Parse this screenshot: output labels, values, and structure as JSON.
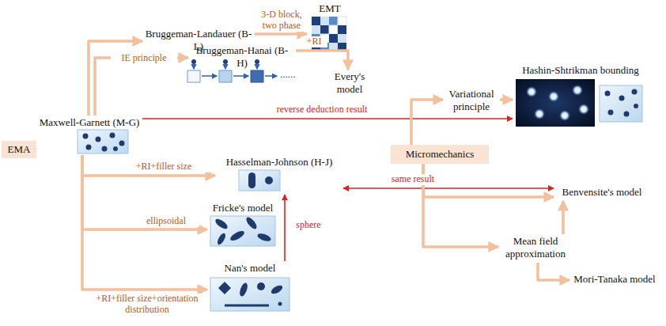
{
  "diagram": {
    "nodes": [
      {
        "text": [
          "EMA"
        ]
      },
      {
        "text": [
          "Maxwell-Garnett (M-G)"
        ]
      },
      {
        "text": [
          "Bruggeman-Landauer (B-L)"
        ]
      },
      {
        "text": [
          "EMT"
        ]
      },
      {
        "text": [
          "Bruggeman-Hanai (B-H)"
        ]
      },
      {
        "text": [
          "Every's model"
        ]
      },
      {
        "text": [
          "Hasselman-Johnson (H-J)"
        ]
      },
      {
        "text": [
          "Fricke's model"
        ]
      },
      {
        "text": [
          "Nan's model"
        ]
      },
      {
        "text": [
          "Micromechanics"
        ]
      },
      {
        "text": [
          "Variational principle"
        ]
      },
      {
        "text": [
          "Hashin-Shtrikman bounding"
        ]
      },
      {
        "text": [
          "Benvensite's model"
        ]
      },
      {
        "text": [
          "Mean field approximation"
        ]
      },
      {
        "text": [
          "Mori-Tanaka model"
        ]
      }
    ],
    "edges": [
      {
        "from": 0,
        "to": 1,
        "arrow": "to"
      },
      {
        "from": 1,
        "to": 2,
        "arrow": "to"
      },
      {
        "from": 2,
        "to": 3,
        "arrow": "to",
        "label": "3-D block, two phase"
      },
      {
        "from": 1,
        "to": 4,
        "arrow": "to",
        "label": "IE principle"
      },
      {
        "from": 4,
        "to": 5,
        "arrow": "to",
        "label": "+RI"
      },
      {
        "from": 1,
        "to": 11,
        "arrow": "to",
        "label": "reverse deduction result"
      },
      {
        "from": 1,
        "to": 6,
        "arrow": "to",
        "label": "+RI+filler size"
      },
      {
        "from": 1,
        "to": 7,
        "arrow": "to",
        "label": "ellipsoidal"
      },
      {
        "from": 1,
        "to": 8,
        "arrow": "to",
        "label": "+RI+filler size+orientation distribution"
      },
      {
        "from": 8,
        "to": 6,
        "arrow": "to",
        "label": "sphere"
      },
      {
        "from": 6,
        "to": 12,
        "arrow": "both",
        "label": "same result"
      },
      {
        "from": 9,
        "to": 10,
        "arrow": "to"
      },
      {
        "from": 10,
        "to": 11,
        "arrow": "to"
      },
      {
        "from": 9,
        "to": 12,
        "arrow": "to"
      },
      {
        "from": 9,
        "to": 13,
        "arrow": "to"
      },
      {
        "from": 13,
        "to": 12,
        "arrow": "to"
      },
      {
        "from": 13,
        "to": 14,
        "arrow": "to"
      }
    ],
    "labels": [
      "......"
    ]
  }
}
